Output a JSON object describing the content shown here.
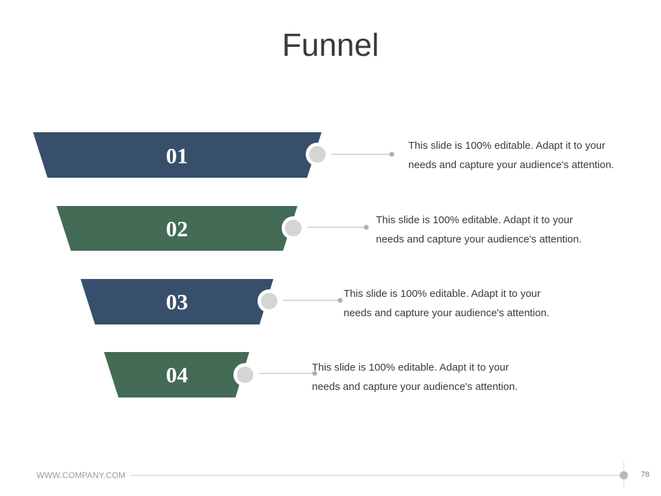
{
  "slide": {
    "title": "Funnel",
    "footer_url": "WWW.COMPANY.COM",
    "page_number": "78"
  },
  "colors": {
    "navy": "#384f6c",
    "green": "#436b55",
    "connector": "#d5d5d5",
    "line": "#b0b0b0"
  },
  "steps": [
    {
      "number": "01",
      "color": "navy",
      "text_line1": "This slide is 100% editable. Adapt it to your",
      "text_line2": "needs and capture your audience's attention."
    },
    {
      "number": "02",
      "color": "green",
      "text_line1": "This slide is 100% editable. Adapt it to your",
      "text_line2": "needs and capture your audience's attention."
    },
    {
      "number": "03",
      "color": "navy",
      "text_line1": "This slide is 100% editable. Adapt it to your",
      "text_line2": "needs and capture your audience's attention."
    },
    {
      "number": "04",
      "color": "green",
      "text_line1": "This slide is 100% editable. Adapt it to your",
      "text_line2": "needs and capture your audience's attention."
    }
  ]
}
